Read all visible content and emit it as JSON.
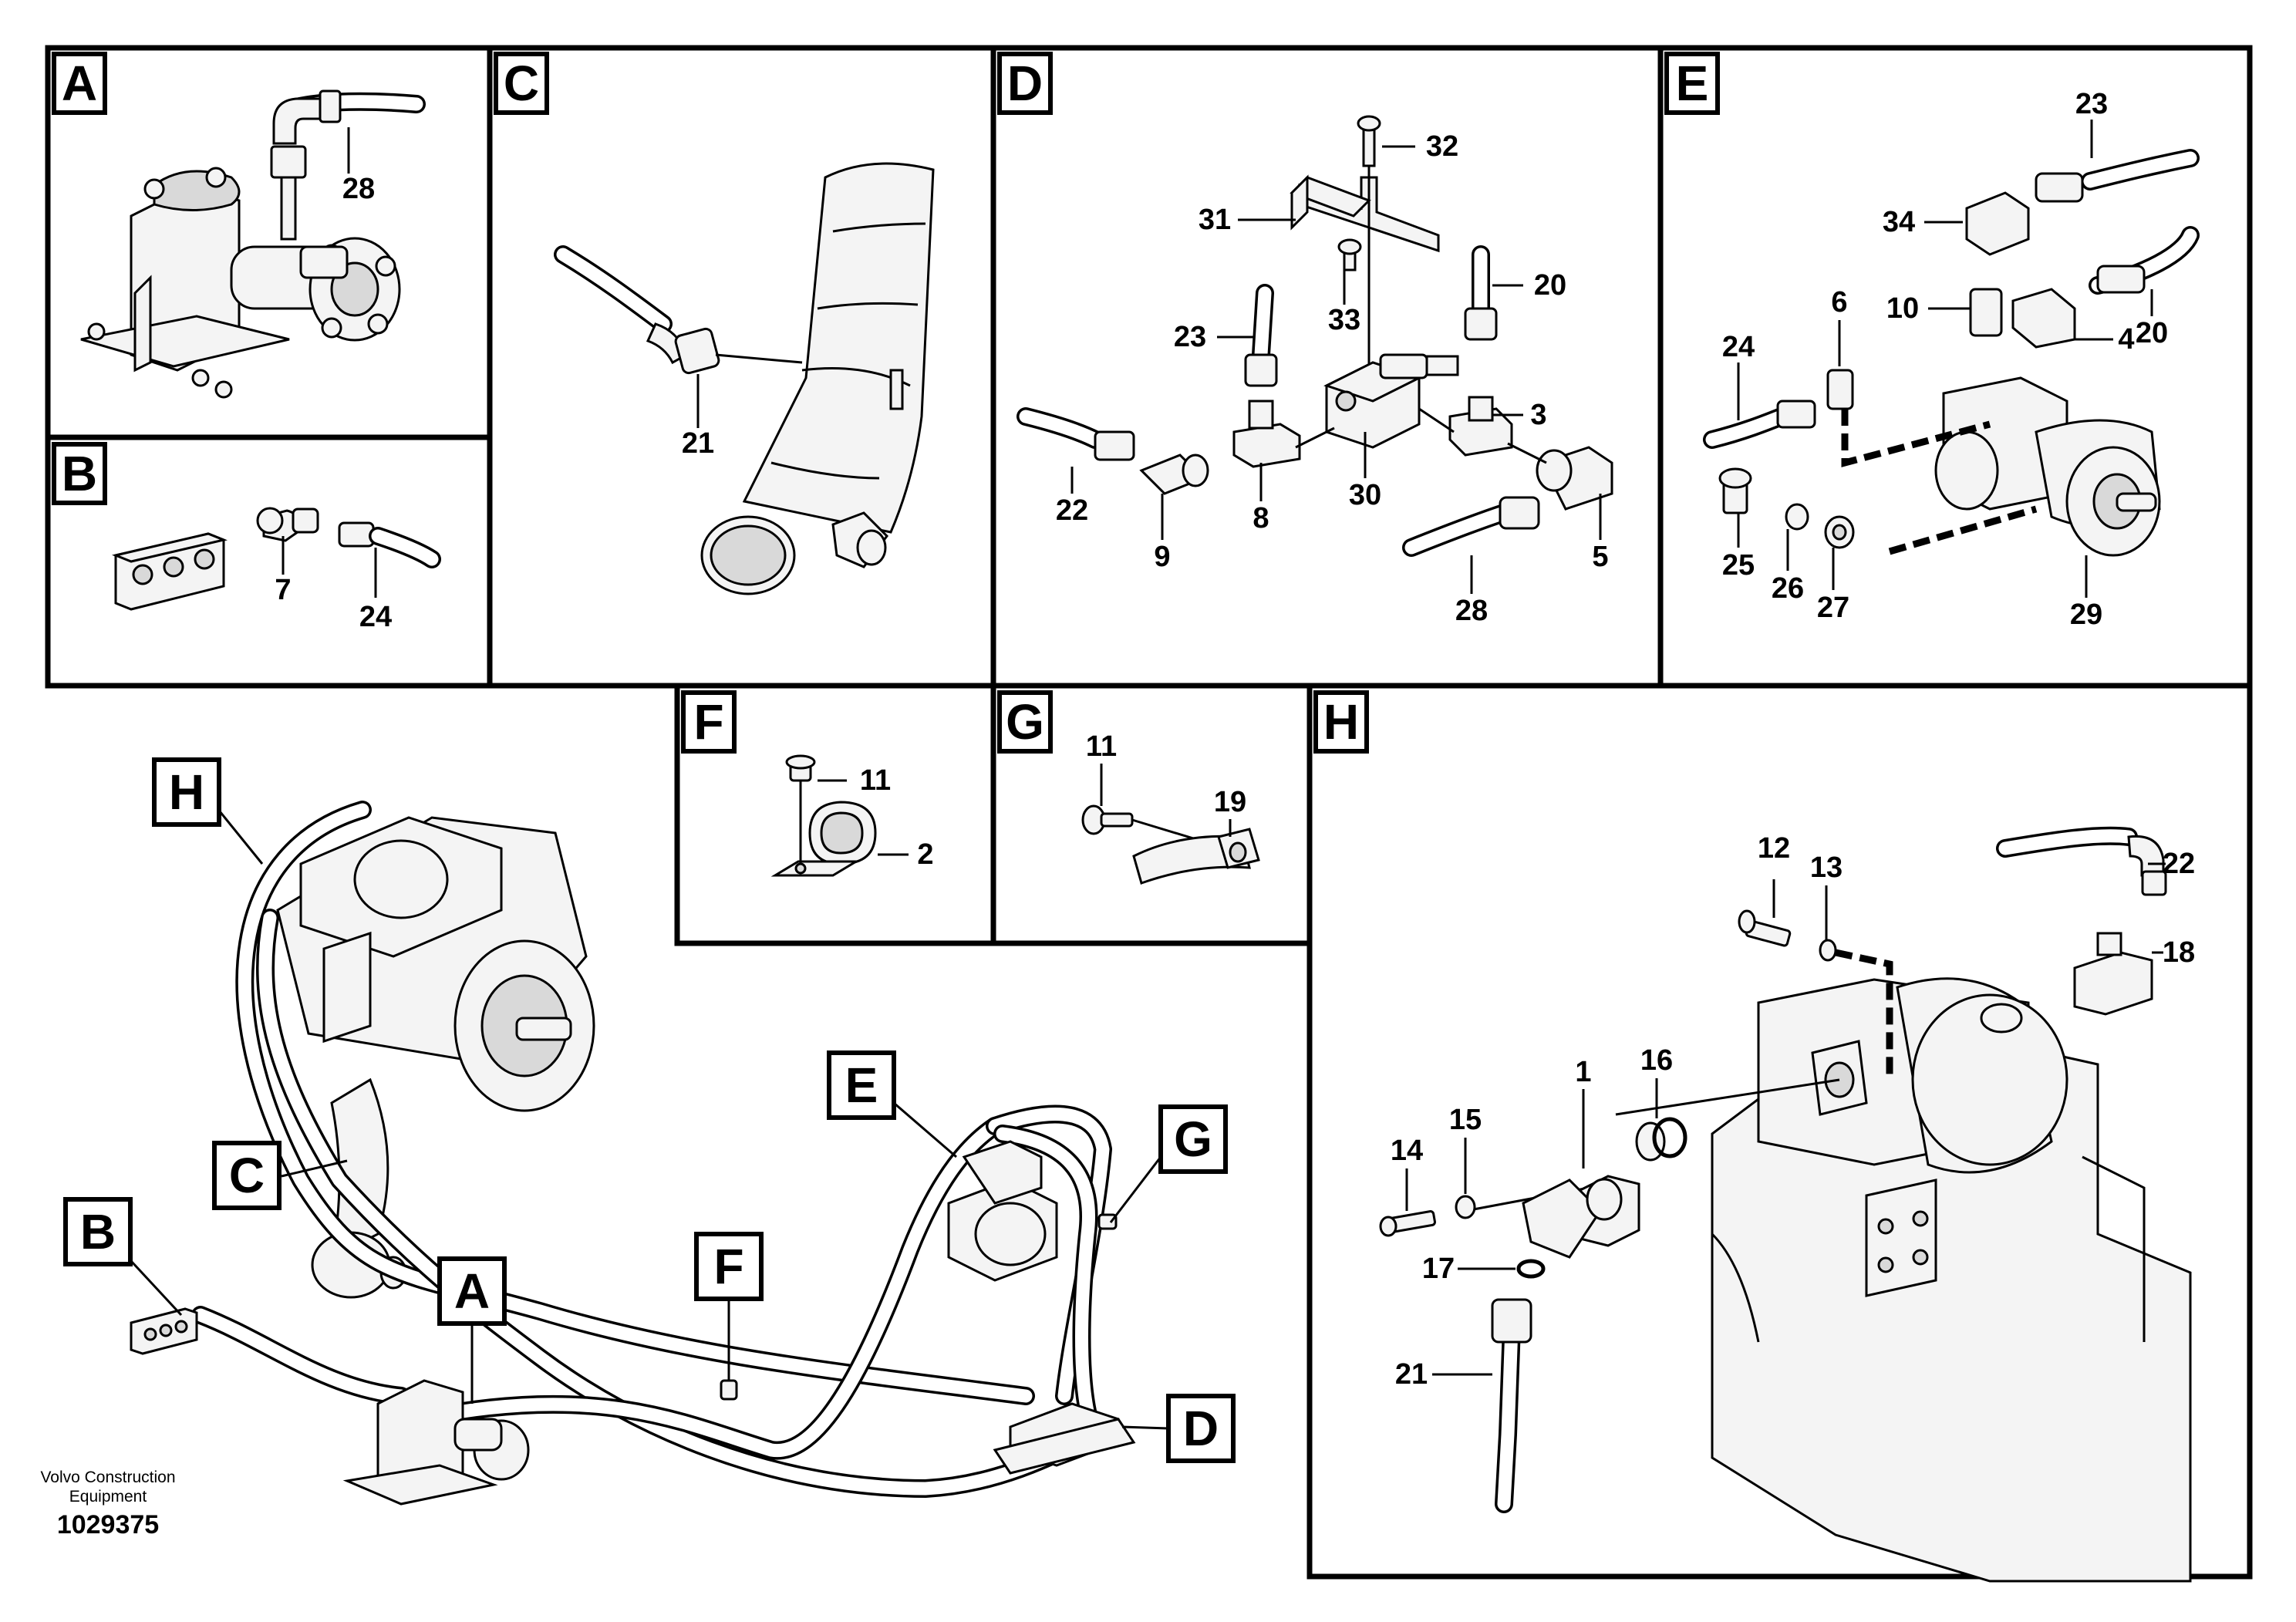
{
  "panels": {
    "A": {
      "tag": "A",
      "callouts": [
        "28"
      ]
    },
    "B": {
      "tag": "B",
      "callouts": [
        "7",
        "24"
      ]
    },
    "C": {
      "tag": "C",
      "callouts": [
        "21"
      ]
    },
    "D": {
      "tag": "D",
      "callouts": [
        "32",
        "31",
        "33",
        "20",
        "23",
        "3",
        "22",
        "8",
        "30",
        "9",
        "5",
        "28"
      ]
    },
    "E": {
      "tag": "E",
      "callouts": [
        "23",
        "34",
        "6",
        "10",
        "4",
        "20",
        "24",
        "25",
        "26",
        "27",
        "29"
      ]
    },
    "F": {
      "tag": "F",
      "callouts": [
        "11",
        "2"
      ]
    },
    "G": {
      "tag": "G",
      "callouts": [
        "11",
        "19"
      ]
    },
    "H": {
      "tag": "H",
      "callouts": [
        "12",
        "13",
        "22",
        "18",
        "1",
        "16",
        "14",
        "15",
        "17",
        "21"
      ]
    }
  },
  "overview_tags": [
    "H",
    "E",
    "G",
    "C",
    "B",
    "F",
    "A",
    "D"
  ],
  "footer": {
    "company_line1": "Volvo Construction",
    "company_line2": "Equipment",
    "drawing_number": "1029375"
  }
}
